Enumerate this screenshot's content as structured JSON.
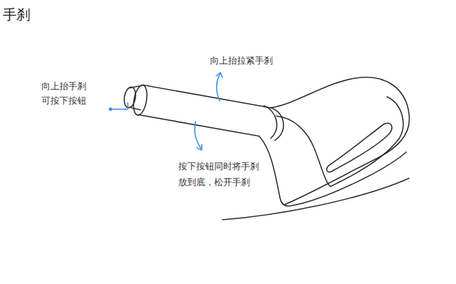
{
  "diagram": {
    "title": "手刹",
    "labels": [
      "向上抬手刹 可按下按钮",
      "向上抬拉紧手刹",
      "按下按钮同时将手刹 放到底，松开手刹"
    ]
  }
}
